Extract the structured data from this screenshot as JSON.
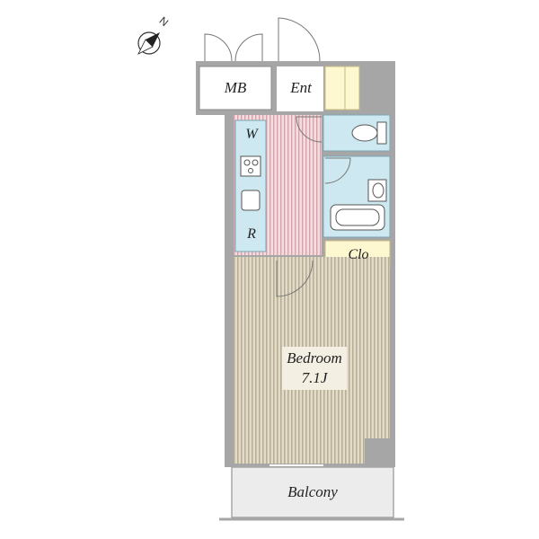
{
  "compass": {
    "label": "N"
  },
  "rooms": {
    "mb": "MB",
    "ent": "Ent",
    "w": "W",
    "r": "R",
    "clo": "Clo",
    "bedroom": "Bedroom",
    "bedroom_size": "7.1J",
    "balcony": "Balcony"
  },
  "colors": {
    "wall": "#a6a6a6",
    "bedroom_stripe": "#b9ad93",
    "bedroom_fill": "#e4dccb",
    "kitchen_stripe": "#d9a0aa",
    "kitchen_fill": "#f3dde1",
    "wet_area": "#cde8f0",
    "closet": "#fdf8d0",
    "balcony": "#ececec",
    "label_bg": "#f3efe3"
  }
}
